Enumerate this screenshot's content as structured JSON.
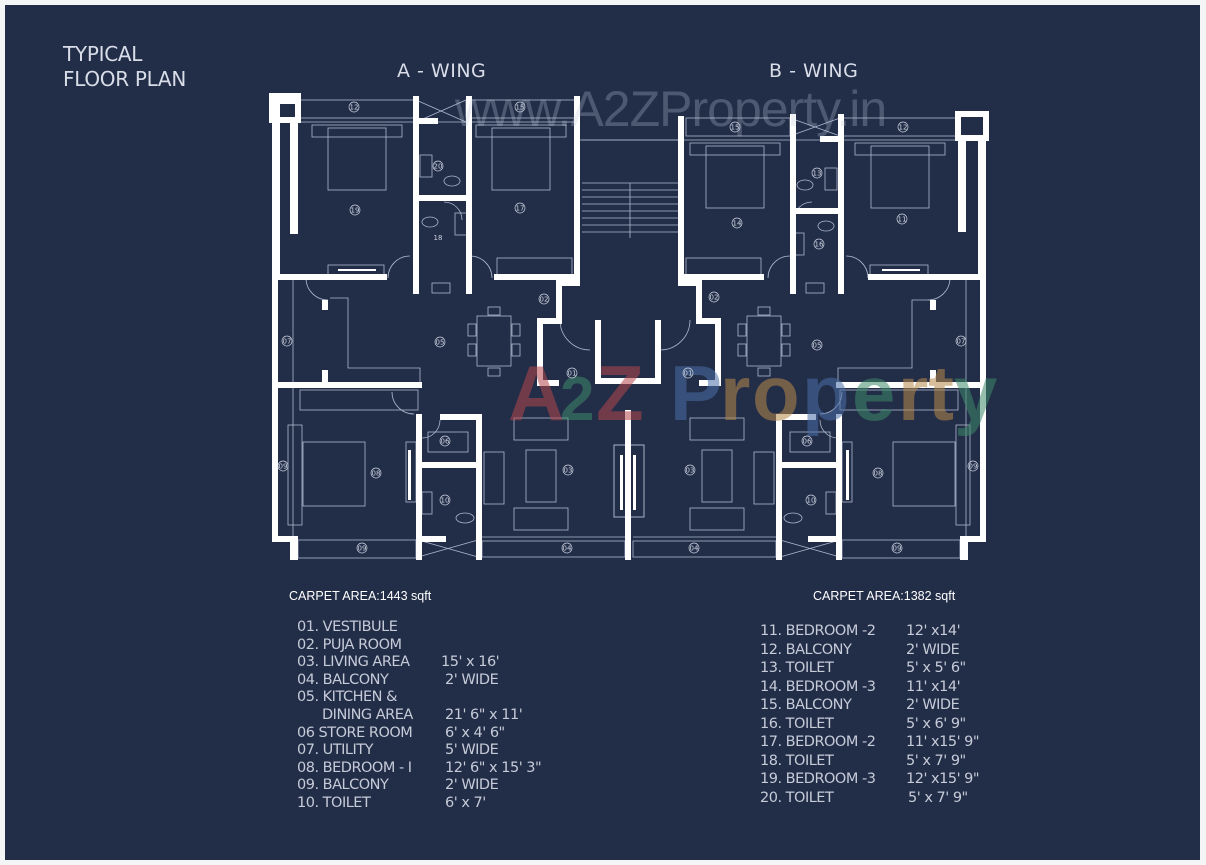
{
  "title": {
    "line1": "TYPICAL",
    "line2": "FLOOR PLAN"
  },
  "wings": {
    "a": "A - WING",
    "b": "B - WING"
  },
  "watermarks": {
    "url": "www.A2ZProperty.in",
    "logo_parts": [
      "A",
      "2",
      "Z",
      " Pro",
      "p",
      "e",
      "rty"
    ]
  },
  "colors": {
    "background": "#222d48",
    "walls": "#ffffff",
    "lines": "#aeb8cc",
    "logo_red": "#b5474c",
    "logo_green": "#3f8a6a",
    "logo_blue": "#4a6fa8",
    "logo_orange": "#b8894a"
  },
  "a_wing": {
    "carpet_area": "CARPET AREA:1443 sqft",
    "legend": [
      {
        "label": "01. VESTIBULE",
        "dim": ""
      },
      {
        "label": "02. PUJA ROOM",
        "dim": ""
      },
      {
        "label": "03. LIVING AREA",
        "dim": "15'    x 16'"
      },
      {
        "label": "04. BALCONY",
        "dim": "2' WIDE"
      },
      {
        "label": "05. KITCHEN &",
        "dim": ""
      },
      {
        "label": "      DINING AREA",
        "dim": "21' 6\" x 11'"
      },
      {
        "label": "06 STORE ROOM",
        "dim": "6'      x 4' 6\""
      },
      {
        "label": "07. UTILITY",
        "dim": "5' WIDE"
      },
      {
        "label": "08. BEDROOM - I",
        "dim": "12' 6\" x 15' 3\""
      },
      {
        "label": "09. BALCONY",
        "dim": "2' WIDE"
      },
      {
        "label": "10. TOILET",
        "dim": "6' x 7'"
      }
    ]
  },
  "b_wing": {
    "carpet_area": "CARPET AREA:1382 sqft",
    "legend": [
      {
        "label": "11. BEDROOM -2",
        "dim": "12' x14'"
      },
      {
        "label": "12. BALCONY",
        "dim": "2' WIDE"
      },
      {
        "label": "13. TOILET",
        "dim": "5' x 5' 6\""
      },
      {
        "label": "14. BEDROOM -3",
        "dim": "11' x14'"
      },
      {
        "label": "15. BALCONY",
        "dim": "2' WIDE"
      },
      {
        "label": "16. TOILET",
        "dim": "5' x 6' 9\""
      },
      {
        "label": "17. BEDROOM -2",
        "dim": "11' x15' 9\""
      },
      {
        "label": "18. TOILET",
        "dim": "5' x 7' 9\""
      },
      {
        "label": "19. BEDROOM -3",
        "dim": "12' x15' 9\""
      },
      {
        "label": "20. TOILET",
        "dim": "5' x 7' 9\""
      }
    ]
  },
  "room_tags": {
    "a": [
      "12",
      "15",
      "20",
      "18",
      "19",
      "17",
      "02",
      "05",
      "07",
      "01",
      "06",
      "08",
      "10",
      "03",
      "09",
      "04"
    ],
    "b": [
      "15",
      "12",
      "13",
      "16",
      "14",
      "11",
      "02",
      "05",
      "07",
      "01",
      "06",
      "08",
      "10",
      "03",
      "09",
      "04"
    ]
  }
}
